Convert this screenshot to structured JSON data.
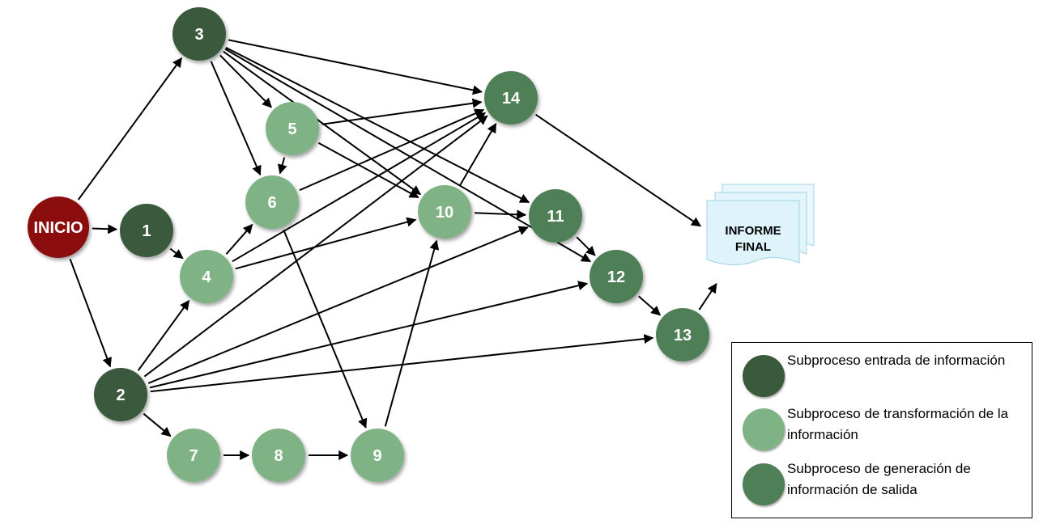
{
  "colors": {
    "inicio": "#8b0d0d",
    "entrada": "#3a5a3c",
    "transformacion": "#7fb285",
    "generacion": "#4f7f57",
    "arrow": "#000000",
    "document": "#dff3fb"
  },
  "start": {
    "label": "INICIO"
  },
  "nodes": [
    {
      "id": "1",
      "label": "1",
      "type": "entrada"
    },
    {
      "id": "2",
      "label": "2",
      "type": "entrada"
    },
    {
      "id": "3",
      "label": "3",
      "type": "entrada"
    },
    {
      "id": "4",
      "label": "4",
      "type": "transformacion"
    },
    {
      "id": "5",
      "label": "5",
      "type": "transformacion"
    },
    {
      "id": "6",
      "label": "6",
      "type": "transformacion"
    },
    {
      "id": "7",
      "label": "7",
      "type": "transformacion"
    },
    {
      "id": "8",
      "label": "8",
      "type": "transformacion"
    },
    {
      "id": "9",
      "label": "9",
      "type": "transformacion"
    },
    {
      "id": "10",
      "label": "10",
      "type": "transformacion"
    },
    {
      "id": "11",
      "label": "11",
      "type": "generacion"
    },
    {
      "id": "12",
      "label": "12",
      "type": "generacion"
    },
    {
      "id": "13",
      "label": "13",
      "type": "generacion"
    },
    {
      "id": "14",
      "label": "14",
      "type": "generacion"
    }
  ],
  "document": {
    "line1": "INFORME",
    "line2": "FINAL"
  },
  "edges": [
    [
      "INICIO",
      "1"
    ],
    [
      "INICIO",
      "3"
    ],
    [
      "INICIO",
      "2"
    ],
    [
      "1",
      "4"
    ],
    [
      "3",
      "14"
    ],
    [
      "3",
      "5"
    ],
    [
      "3",
      "6"
    ],
    [
      "3",
      "10"
    ],
    [
      "3",
      "11"
    ],
    [
      "3",
      "12"
    ],
    [
      "5",
      "6"
    ],
    [
      "5",
      "14"
    ],
    [
      "5",
      "10"
    ],
    [
      "4",
      "6"
    ],
    [
      "4",
      "14"
    ],
    [
      "4",
      "10"
    ],
    [
      "6",
      "14"
    ],
    [
      "6",
      "9"
    ],
    [
      "2",
      "4"
    ],
    [
      "2",
      "14"
    ],
    [
      "2",
      "11"
    ],
    [
      "2",
      "12"
    ],
    [
      "2",
      "13"
    ],
    [
      "2",
      "7"
    ],
    [
      "7",
      "8"
    ],
    [
      "8",
      "9"
    ],
    [
      "9",
      "10"
    ],
    [
      "10",
      "11"
    ],
    [
      "10",
      "14"
    ],
    [
      "11",
      "12"
    ],
    [
      "12",
      "13"
    ],
    [
      "13",
      "INFORME"
    ],
    [
      "14",
      "INFORME"
    ]
  ],
  "legend": [
    {
      "type": "entrada",
      "text": "Subproceso entrada de información"
    },
    {
      "type": "transformacion",
      "text": "Subproceso de transformación de la información"
    },
    {
      "type": "generacion",
      "text": "Subproceso de generación de información de salida"
    }
  ]
}
